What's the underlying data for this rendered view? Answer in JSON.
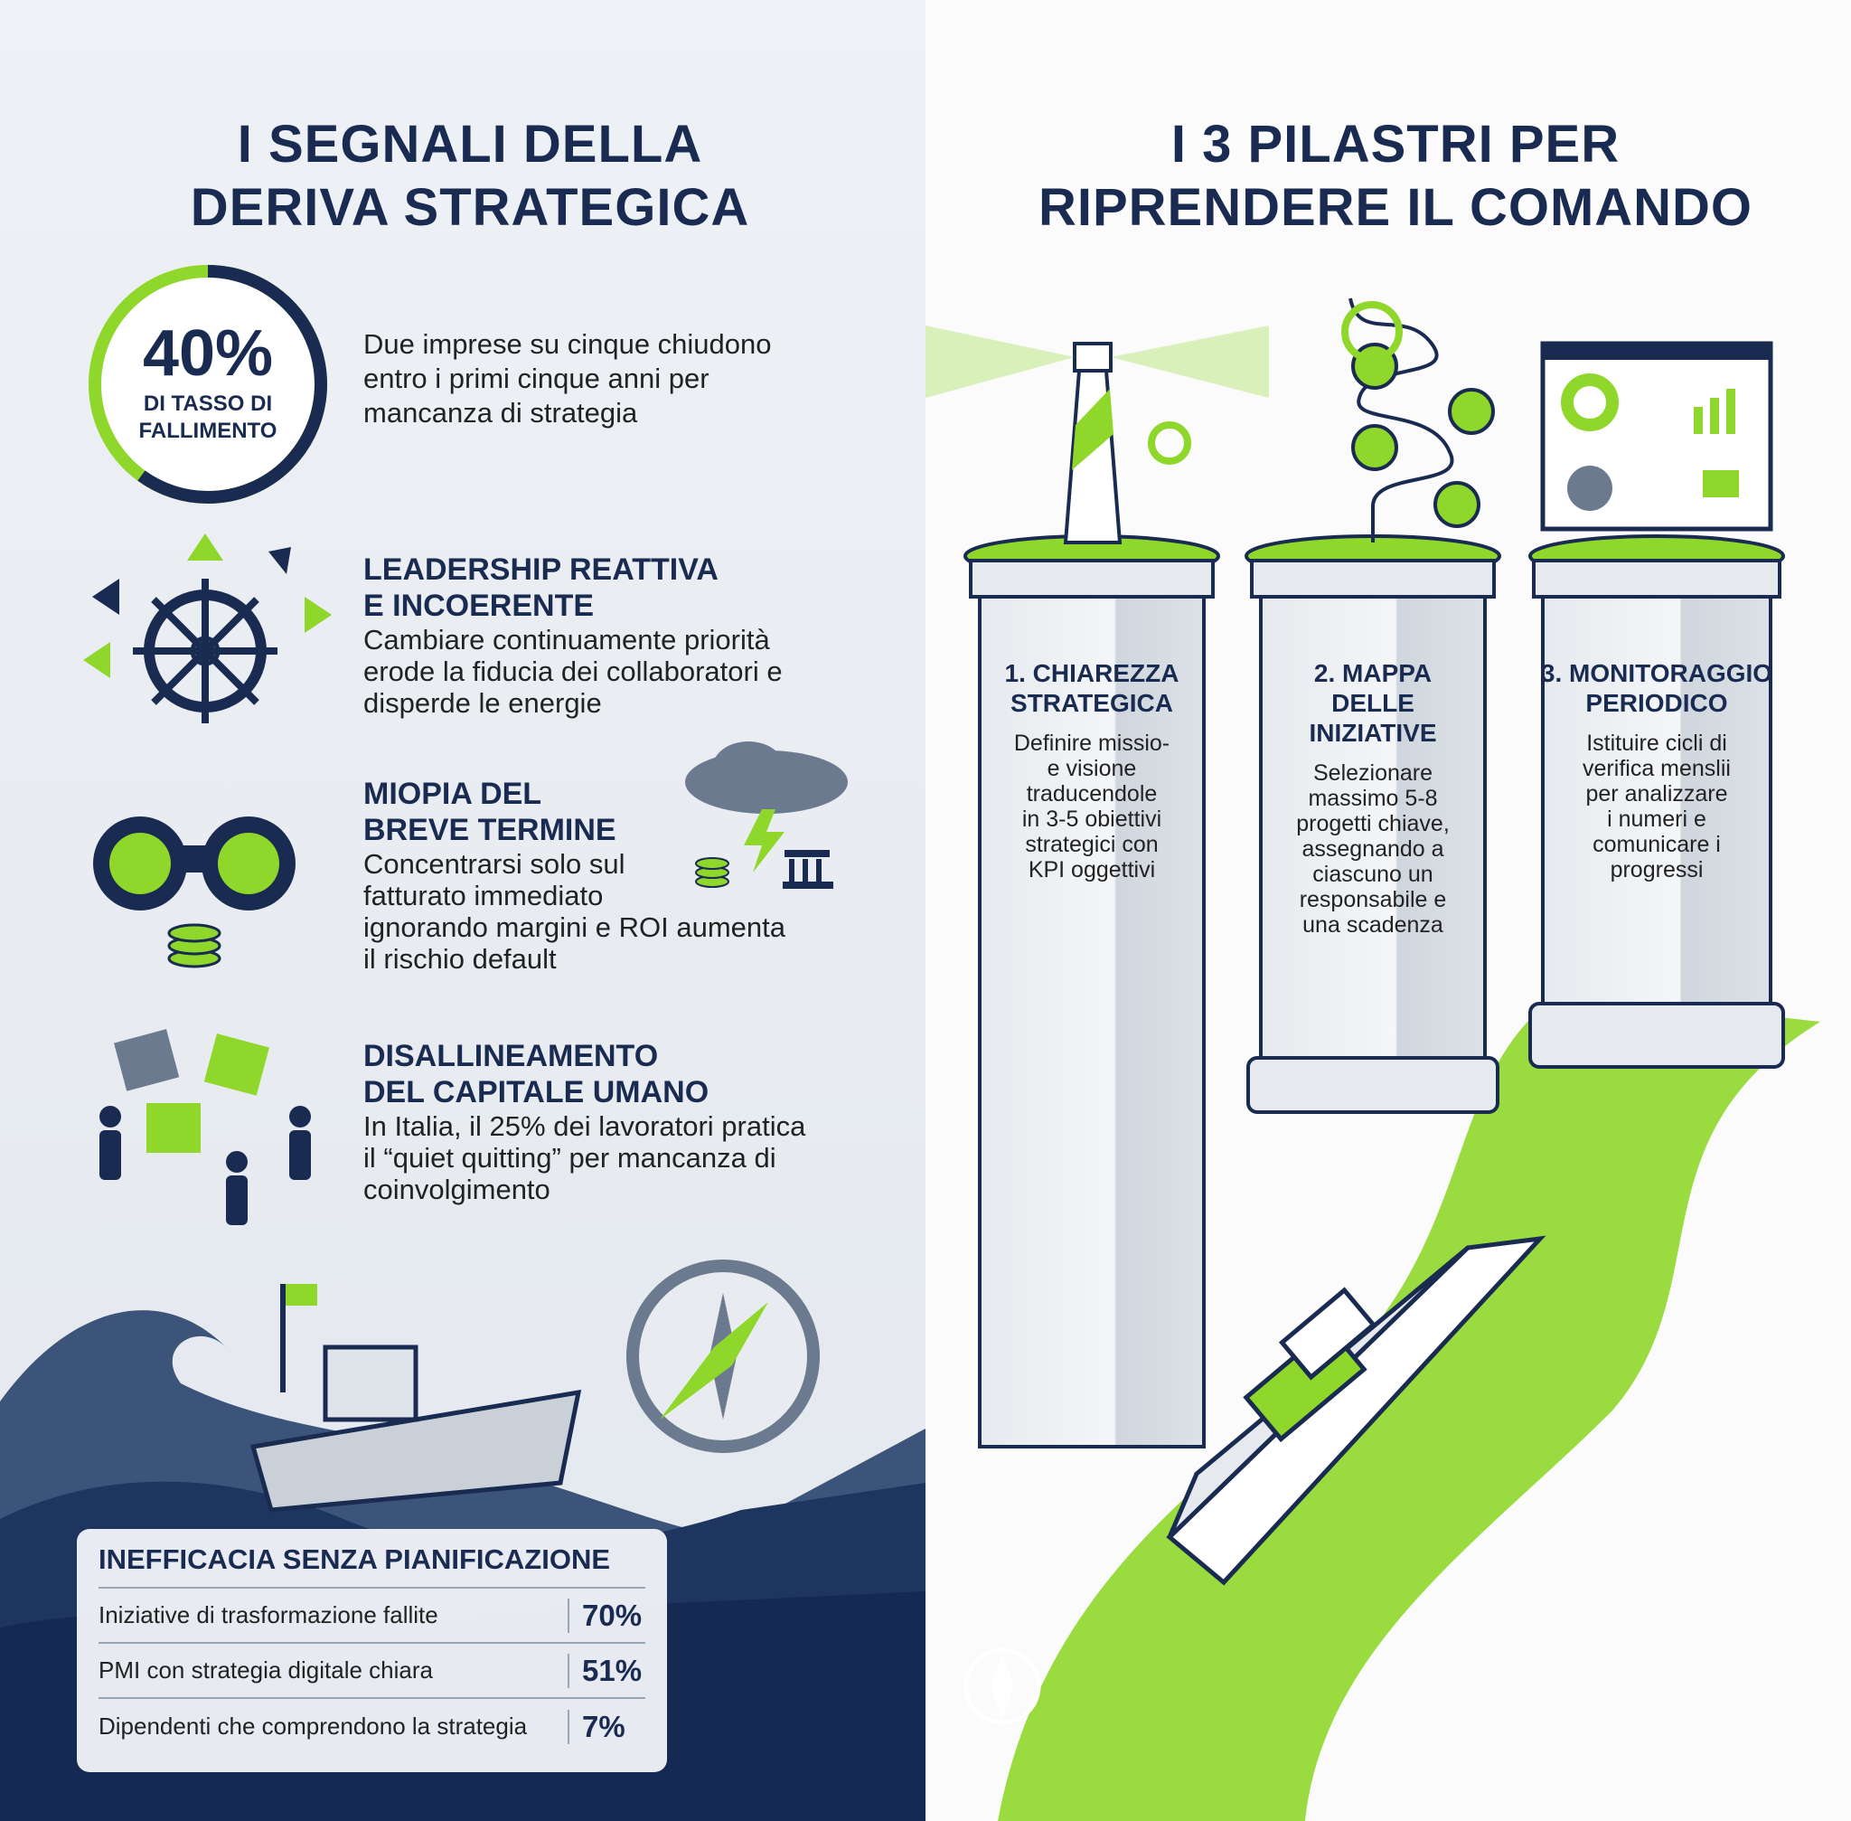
{
  "colors": {
    "navy": "#1a2b52",
    "green": "#8fd72a",
    "bg_left": "#eef1f5"
  },
  "left": {
    "title": [
      "I SEGNALI DELLA",
      "DERIVA STRATEGICA"
    ],
    "stat": {
      "value": "40%",
      "label": [
        "DI TASSO DI",
        "FALLIMENTO"
      ],
      "fraction": 0.4,
      "text": [
        "Due imprese su cinque chiudono",
        "entro i primi cinque anni per",
        "mancanza di strategia"
      ]
    },
    "signals": [
      {
        "icon": "ship-wheel-arrows-icon",
        "heading": [
          "LEADERSHIP REATTIVA",
          "E INCOERENTE"
        ],
        "text": [
          "Cambiare continuamente priorità",
          "erode la fiducia dei collaboratori e",
          "disperde le energie"
        ]
      },
      {
        "icon": "binoculars-storm-icon",
        "heading": [
          "MIOPIA DEL",
          "BREVE TERMINE"
        ],
        "text": [
          "Concentrarsi solo sul",
          "fatturato immediato",
          "ignorando margini e ROI aumenta",
          "il rischio default"
        ]
      },
      {
        "icon": "puzzle-people-icon",
        "heading": [
          "DISALLINEAMENTO",
          "DEL CAPITALE UMANO"
        ],
        "text": [
          "In Italia, il 25% dei lavoratori pratica",
          "il “quiet quitting” per mancanza di",
          "coinvolgimento"
        ]
      }
    ],
    "table": {
      "title": "INEFFICACIA SENZA PIANIFICAZIONE",
      "rows": [
        {
          "label": "Iniziative di trasformazione fallite",
          "value": "70%"
        },
        {
          "label": "PMI con strategia digitale chiara",
          "value": "51%"
        },
        {
          "label": "Dipendenti che comprendono la strategia",
          "value": "7%"
        }
      ]
    }
  },
  "right": {
    "title": [
      "I 3 PILASTRI PER",
      "RIPRENDERE IL COMANDO"
    ],
    "pillars": [
      {
        "icon": "lighthouse-icon",
        "heading": [
          "1. CHIAREZZA",
          "STRATEGICA"
        ],
        "text": [
          "Definire missio-",
          "e visione",
          "traducendole",
          "in 3-5 obiettivi",
          "strategici con",
          "KPI oggettivi"
        ]
      },
      {
        "icon": "initiative-map-icon",
        "heading": [
          "2. MAPPA",
          "DELLE",
          "INIZIATIVE"
        ],
        "text": [
          "Selezionare",
          "massimo 5-8",
          "progetti chiave,",
          "assegnando a",
          "ciascuno un",
          "responsabile e",
          "una scadenza"
        ]
      },
      {
        "icon": "dashboard-icon",
        "heading": [
          "3. MONITORAGGIO",
          "PERIODICO"
        ],
        "text": [
          "Istituire cicli di",
          "verifica menslii",
          "per analizzare",
          "i numeri e",
          "comunicare i",
          "progressi"
        ]
      }
    ]
  }
}
